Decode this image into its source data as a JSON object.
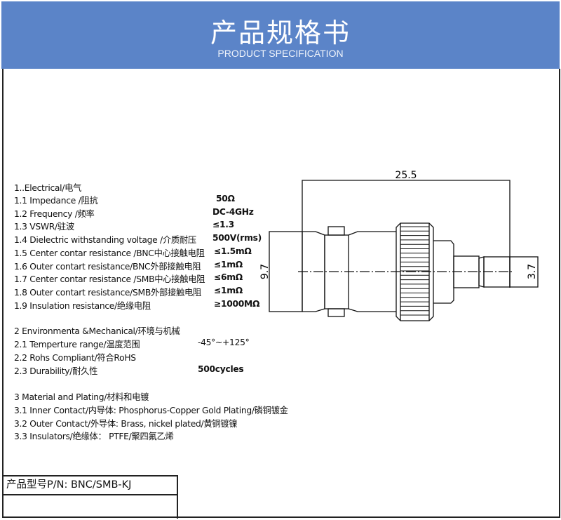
{
  "header": {
    "title": "产品规格书",
    "subtitle": "PRODUCT SPECIFICATION"
  },
  "sections": [
    {
      "heading": "1..Electrical/电气",
      "items": [
        {
          "label": "1.1 Impedance  /阻抗",
          "value": "50Ω"
        },
        {
          "label": "1.2 Frequency /频率",
          "value": "DC-4GHz"
        },
        {
          "label": "1.3 VSWR/驻波",
          "value": "≤1.3"
        },
        {
          "label": "1.4 Dielectric withstanding voltage /介质耐压",
          "value": "500V(rms)"
        },
        {
          "label": "1.5 Center contar resistance /BNC中心接触电阻",
          "value": "≤1.5mΩ"
        },
        {
          "label": "1.6 Outer contart resistance/BNC外部接触电阻",
          "value": "≤1mΩ"
        },
        {
          "label": "1.7 Center contar resistance /SMB中心接触电阻",
          "value": "≤6mΩ"
        },
        {
          "label": "1.8 Outer contart resistance/SMB外部接触电阻",
          "value": "≤1mΩ"
        },
        {
          "label": "1.9 Insulation  resistance/绝缘电阻",
          "value": "≥1000MΩ"
        }
      ]
    },
    {
      "heading": "2 Environmenta &Mechanical/环境与机械",
      "items": [
        {
          "label": "2.1 Temperture range/温度范围",
          "value": "-45°~+125°"
        },
        {
          "label": "2.2 Rohs Compliant/符合RoHS",
          "value": ""
        },
        {
          "label": "2.3 Durability/耐久性",
          "value": "500cycles"
        }
      ]
    },
    {
      "heading": "3 Material and Plating/材料和电镀",
      "items": [
        {
          "label": "3.1 Inner Contact/内导体:  Phosphorus-Copper Gold Plating/磷铜镀金"
        },
        {
          "label": "3.2 Outer Contact/外导体: Brass, nickel plated/黄铜镀镍"
        },
        {
          "label": "3.3 Insulators/绝缘体： PTFE/聚四氟乙烯"
        }
      ]
    }
  ],
  "drawing": {
    "length": "25.5",
    "body_diameter": "9.7",
    "tip_diameter": "3.7"
  },
  "part_number": "产品型号P/N:  BNC/SMB-KJ"
}
